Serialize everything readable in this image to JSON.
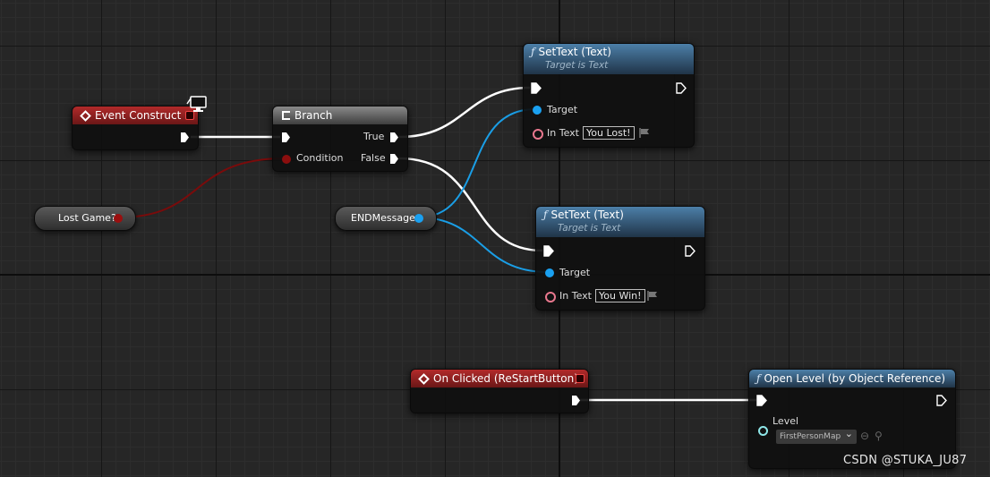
{
  "nodes": {
    "event_construct": {
      "title": "Event Construct"
    },
    "branch": {
      "title": "Branch",
      "pins": {
        "true": "True",
        "false": "False",
        "condition": "Condition"
      }
    },
    "settext_1": {
      "title": "SetText (Text)",
      "subtitle": "Target is Text",
      "target": "Target",
      "in_text": "In Text",
      "value": "You Lost!"
    },
    "settext_2": {
      "title": "SetText (Text)",
      "subtitle": "Target is Text",
      "target": "Target",
      "in_text": "In Text",
      "value": "You Win!"
    },
    "on_clicked": {
      "title": "On Clicked (ReStartButton)"
    },
    "open_level": {
      "title": "Open Level (by Object Reference)",
      "level_label": "Level",
      "level_value": "FirstPersonMap"
    }
  },
  "variables": {
    "lost_game": "Lost Game?",
    "end_message": "ENDMessage"
  },
  "icons": {
    "function": "ƒ",
    "select_arrow": "⌄",
    "back": "⊖",
    "search": "⚲"
  },
  "colors": {
    "exec_wire": "#ffffff",
    "bool_wire": "#7a0b0b",
    "object_wire": "#1a9ee6",
    "event_header": "#b22a2a",
    "function_header": "#4c7fa8"
  },
  "watermark": "CSDN @STUKA_JU87"
}
